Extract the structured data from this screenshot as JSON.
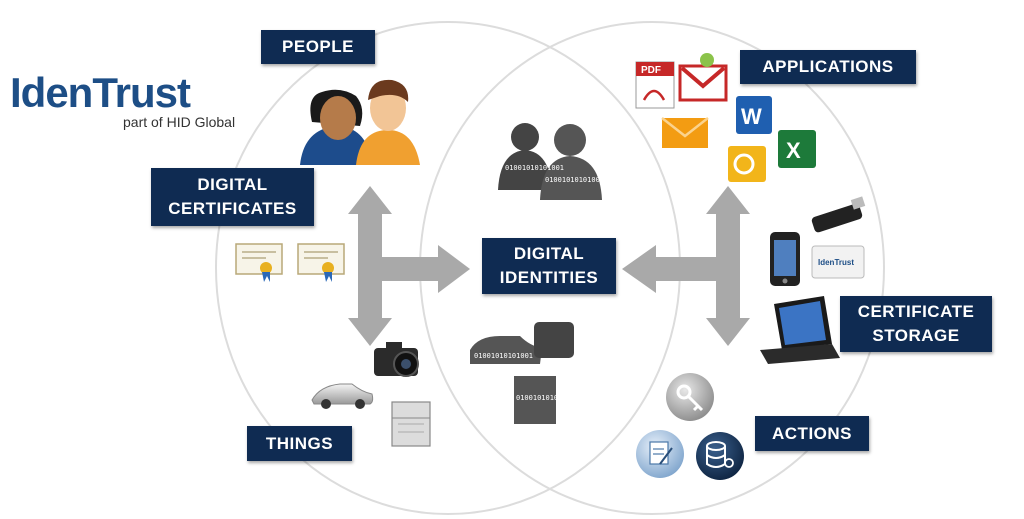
{
  "logo": {
    "brand": "IdenTrust",
    "tagline": "part of HID Global"
  },
  "labels": {
    "people": "PEOPLE",
    "digital_certificates": [
      "DIGITAL",
      "CERTIFICATES"
    ],
    "things": "THINGS",
    "digital_identities": [
      "DIGITAL",
      "IDENTITIES"
    ],
    "applications": "APPLICATIONS",
    "certificate_storage": [
      "CERTIFICATE",
      "STORAGE"
    ],
    "actions": "ACTIONS"
  },
  "icons": {
    "pdf_label": "PDF",
    "smartcard_brand": "IdenTrust",
    "binary_text": "01001010101001"
  },
  "colors": {
    "label_bg": "#0f2b52",
    "label_text": "#ffffff",
    "arrow": "#a9a9a9",
    "circle_stroke": "#d9d9d9",
    "logo_blue": "#1d4e86"
  }
}
